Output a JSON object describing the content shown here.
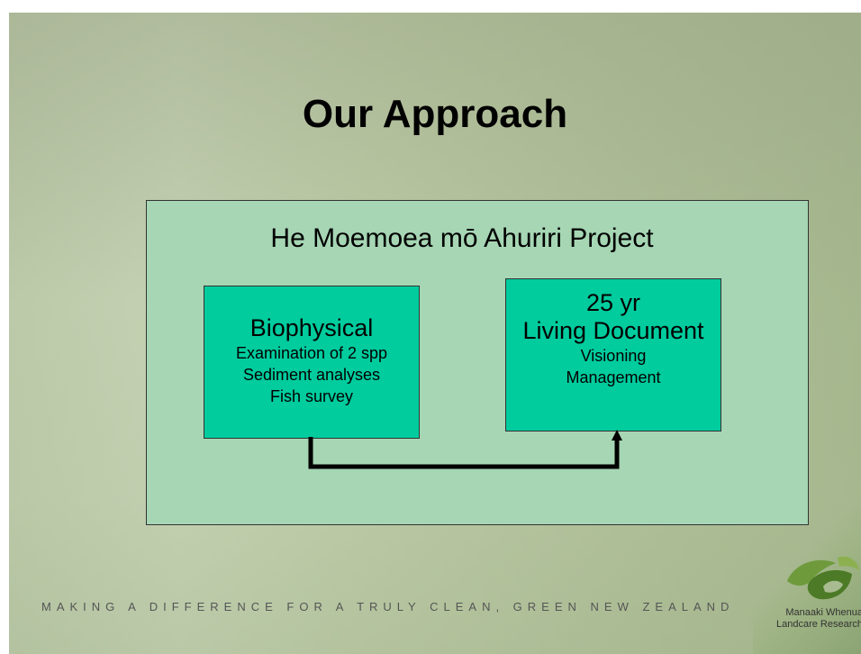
{
  "slide": {
    "title": "Our Approach",
    "project_title": "He Moemoea mō Ahuriri Project",
    "box_left": {
      "heading": "Biophysical",
      "items": [
        "Examination of 2 spp",
        "Sediment analyses",
        "Fish survey"
      ]
    },
    "box_right": {
      "heading_line1": "25 yr",
      "heading_line2": "Living Document",
      "items": [
        "Visioning",
        "Management"
      ]
    },
    "tagline": "MAKING A DIFFERENCE FOR A TRULY CLEAN, GREEN NEW ZEALAND",
    "logo": {
      "icon": "manaaki-whenua-logo-icon",
      "name_line1": "Manaaki Whenua",
      "name_line2": "Landcare Research"
    }
  },
  "colors": {
    "outer_box": "#a6d6b4",
    "inner_box": "#00cc9e"
  }
}
